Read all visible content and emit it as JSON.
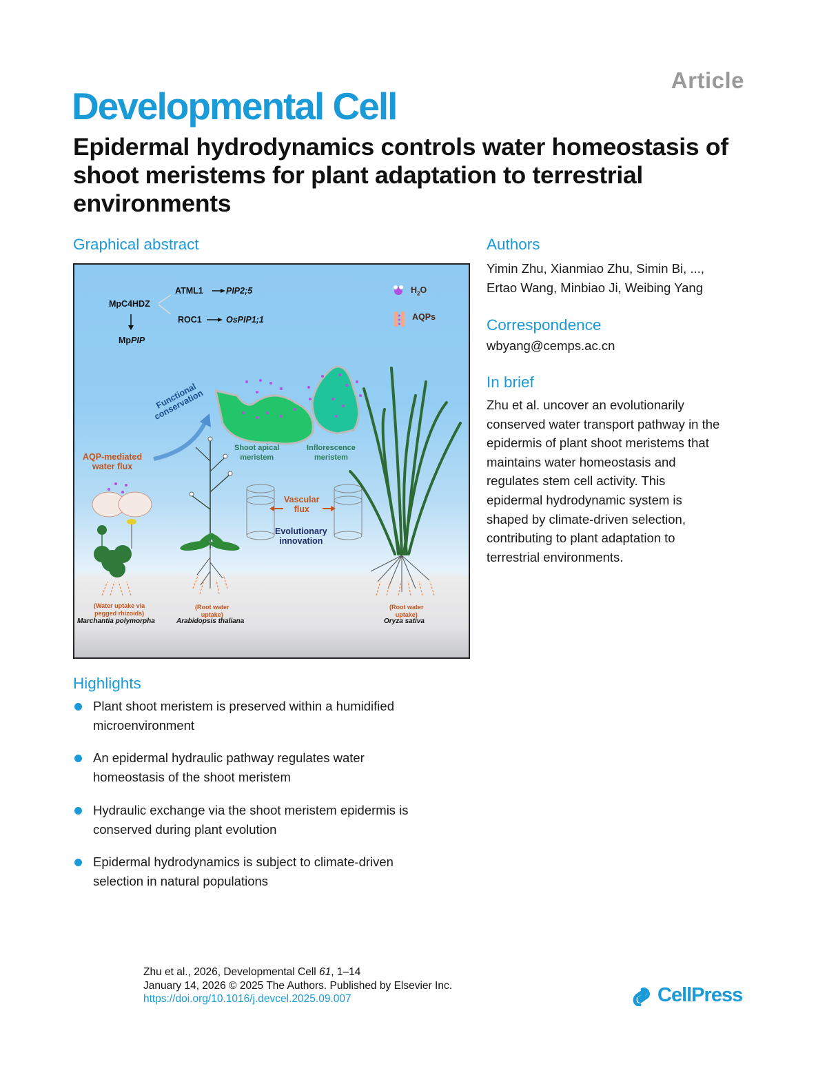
{
  "header": {
    "article_type": "Article",
    "journal": "Developmental Cell",
    "title": "Epidermal hydrodynamics controls water homeostasis of shoot meristems for plant adaptation to terrestrial environments"
  },
  "graphical_abstract": {
    "heading": "Graphical abstract",
    "pathway": {
      "root": "MpC4HDZ",
      "branch1_gene": "ATML1",
      "branch1_target": "PIP2;5",
      "branch2_gene": "ROC1",
      "branch2_target": "OsPIP1;1",
      "down_prefix": "Mp",
      "down_target": "PIP"
    },
    "legend": {
      "h2o": "H",
      "h2o_sub": "2",
      "h2o_end": "O",
      "aqps": "AQPs"
    },
    "labels": {
      "functional_conservation_1": "Functional",
      "functional_conservation_2": "conservation",
      "sam_1": "Shoot apical",
      "sam_2": "meristem",
      "im_1": "Inflorescence",
      "im_2": "meristem",
      "aqp_1": "AQP-mediated",
      "aqp_2": "water flux",
      "vascular_1": "Vascular",
      "vascular_2": "flux",
      "evo_1": "Evolutionary",
      "evo_2": "innovation"
    },
    "species": [
      {
        "note_1": "(Water uptake via",
        "note_2": "pegged rhizoids)",
        "name": "Marchantia polymorpha"
      },
      {
        "note_1": "(Root water",
        "note_2": "uptake)",
        "name": "Arabidopsis thaliana"
      },
      {
        "note_1": "(Root water",
        "note_2": "uptake)",
        "name": "Oryza sativa"
      }
    ]
  },
  "authors": {
    "heading": "Authors",
    "line1": "Yimin Zhu, Xianmiao Zhu, Simin Bi, ...,",
    "line2": "Ertao Wang, Minbiao Ji, Weibing Yang"
  },
  "correspondence": {
    "heading": "Correspondence",
    "email": "wbyang@cemps.ac.cn"
  },
  "in_brief": {
    "heading": "In brief",
    "lines": [
      "Zhu et al. uncover an evolutionarily",
      "conserved water transport pathway in the",
      "epidermis of plant shoot meristems that",
      "maintains water homeostasis and",
      "regulates stem cell activity. This",
      "epidermal hydrodynamic system is",
      "shaped by climate-driven selection,",
      "contributing to plant adaptation to",
      "terrestrial environments."
    ]
  },
  "highlights": {
    "heading": "Highlights",
    "items": [
      {
        "line1": "Plant shoot meristem is preserved within a humidified",
        "line2": "microenvironment"
      },
      {
        "line1": "An epidermal hydraulic pathway regulates water",
        "line2": "homeostasis of the shoot meristem"
      },
      {
        "line1": "Hydraulic exchange via the shoot meristem epidermis is",
        "line2": "conserved during plant evolution"
      },
      {
        "line1": "Epidermal hydrodynamics is subject to climate-driven",
        "line2": "selection in natural populations"
      }
    ]
  },
  "footer": {
    "citation_prefix": "Zhu et al., 2026, Developmental Cell ",
    "volume": "61",
    "pages": ", 1–14",
    "date_line": "January 14, 2026 © 2025 The Authors. Published by Elsevier Inc.",
    "doi": "https://doi.org/10.1016/j.devcel.2025.09.007",
    "publisher": "CellPress"
  },
  "colors": {
    "brand_blue": "#1a9ad6",
    "article_gray": "#9a9a9a",
    "sky_blue": "#8fcaf3",
    "label_orange": "#c4551f",
    "label_green": "#2d7a5a"
  }
}
